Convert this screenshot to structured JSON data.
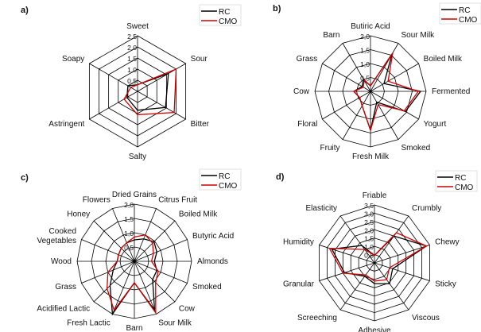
{
  "colors": {
    "RC": "#000000",
    "CMO": "#d40000",
    "grid": "#000000"
  },
  "chart_data": [
    {
      "type": "radar",
      "panel": "a)",
      "max": 2.5,
      "ticks": [
        "0,5",
        "1,0",
        "1,5",
        "2,0",
        "2,5"
      ],
      "tick_values": [
        0.5,
        1,
        1.5,
        2,
        2.5
      ],
      "axes": [
        "Sweet",
        "Sour",
        "Bitter",
        "Salty",
        "Astringent",
        "Soapy"
      ],
      "legend": [
        "RC",
        "CMO"
      ],
      "legend_position": "top-right",
      "series": [
        {
          "name": "RC",
          "values": [
            0.3,
            1.6,
            1.45,
            0.85,
            0.55,
            0.5
          ]
        },
        {
          "name": "CMO",
          "values": [
            0.3,
            2.0,
            1.9,
            1.05,
            0.7,
            0.35
          ]
        }
      ]
    },
    {
      "type": "radar",
      "panel": "b)",
      "max": 2.0,
      "ticks": [
        "0,5",
        "1,0",
        "1,5",
        "2,0"
      ],
      "tick_values": [
        0.5,
        1,
        1.5,
        2
      ],
      "axes": [
        "Butiric Acid",
        "Sour Milk",
        "Boiled Milk",
        "Fermented",
        "Yogurt",
        "Smoked",
        "Fresh Milk",
        "Fruity",
        "Floral",
        "Cow",
        "Grass",
        "Barn"
      ],
      "legend": [
        "RC",
        "CMO"
      ],
      "legend_position": "top-right",
      "series": [
        {
          "name": "RC",
          "values": [
            0.2,
            1.55,
            0.56,
            1.8,
            1.45,
            0.45,
            1.4,
            0.6,
            0.45,
            0.6,
            0.35,
            0.5
          ]
        },
        {
          "name": "CMO",
          "values": [
            0.2,
            1.6,
            0.73,
            1.72,
            1.4,
            0.55,
            1.4,
            0.6,
            0.45,
            0.6,
            0.3,
            0.45
          ]
        }
      ]
    },
    {
      "type": "radar",
      "panel": "c)",
      "max": 2.0,
      "ticks": [
        "0,5",
        "1,0",
        "1,5",
        "2,0"
      ],
      "tick_values": [
        0.5,
        1,
        1.5,
        2
      ],
      "axes": [
        "Dried Grains",
        "Citrus Fruit",
        "Boiled Milk",
        "Butyric Acid",
        "Almonds",
        "Smoked",
        "Cow",
        "Sour Milk",
        "Barn",
        "Fresh Lactic",
        "Acidified Lactic",
        "Grass",
        "Wood",
        "Cooked Vegetables",
        "Honey",
        "Flowers"
      ],
      "legend": [
        "RC",
        "CMO"
      ],
      "legend_position": "top-right",
      "series": [
        {
          "name": "RC",
          "values": [
            0.75,
            0.85,
            0.97,
            0.85,
            0.7,
            0.85,
            0.9,
            1.85,
            0.75,
            2.0,
            1.2,
            0.8,
            0.6,
            0.6,
            0.65,
            0.7
          ]
        },
        {
          "name": "CMO",
          "values": [
            0.85,
            1.0,
            0.9,
            0.72,
            0.6,
            0.9,
            1.05,
            1.95,
            0.75,
            1.85,
            1.35,
            1.0,
            0.6,
            0.6,
            0.65,
            0.7
          ]
        }
      ]
    },
    {
      "type": "radar",
      "panel": "d)",
      "max": 3.5,
      "ticks": [
        "0,5",
        "1,0",
        "1,5",
        "2,0",
        "2,5",
        "3,0",
        "3,5"
      ],
      "tick_values": [
        0.5,
        1,
        1.5,
        2,
        2.5,
        3,
        3.5
      ],
      "axes": [
        "Friable",
        "Crumbly",
        "Chewy",
        "Sticky",
        "Viscous",
        "Adhesive",
        "Screeching",
        "Granular",
        "Humidity",
        "Elasticity"
      ],
      "legend": [
        "RC",
        "CMO"
      ],
      "legend_position": "top-right",
      "series": [
        {
          "name": "RC",
          "values": [
            0.45,
            2.0,
            3.3,
            1.15,
            1.55,
            1.25,
            1.0,
            1.9,
            2.7,
            1.3
          ]
        },
        {
          "name": "CMO",
          "values": [
            0.45,
            2.25,
            3.3,
            0.95,
            1.25,
            1.1,
            0.9,
            2.0,
            2.85,
            1.0
          ]
        }
      ]
    }
  ]
}
